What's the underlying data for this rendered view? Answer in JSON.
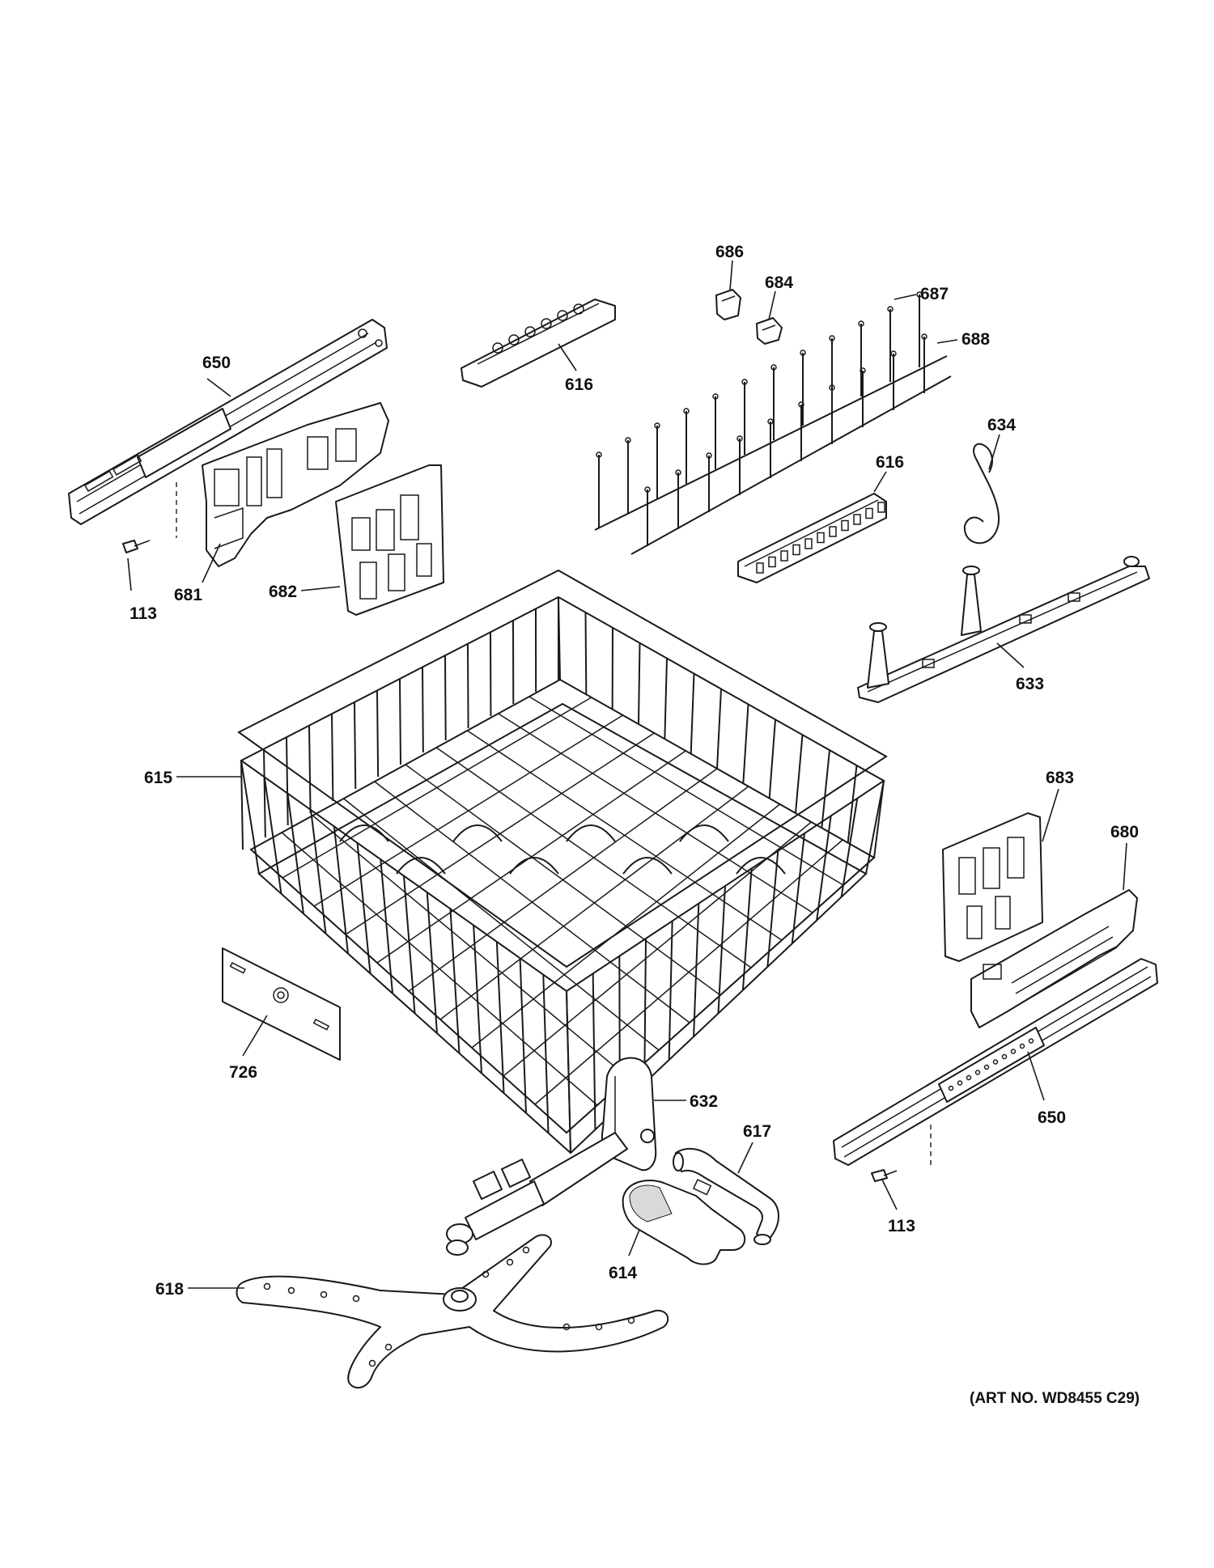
{
  "diagram": {
    "art_number": "(ART NO. WD8455 C29)",
    "callouts": {
      "rail_left": "650",
      "screw_left": "113",
      "adjuster_left": "681",
      "clip_left": "682",
      "tine_row_top": "616",
      "clip_686": "686",
      "clip_684": "684",
      "tine_687": "687",
      "tine_688": "688",
      "clip_634": "634",
      "tine_row_mid": "616",
      "rack_manifold": "633",
      "upper_rack": "615",
      "clip_right": "683",
      "adjuster_right": "680",
      "rail_right": "650",
      "screw_right": "113",
      "badge": "726",
      "conduit": "632",
      "hose": "617",
      "elbow": "614",
      "spray_arm": "618"
    }
  }
}
